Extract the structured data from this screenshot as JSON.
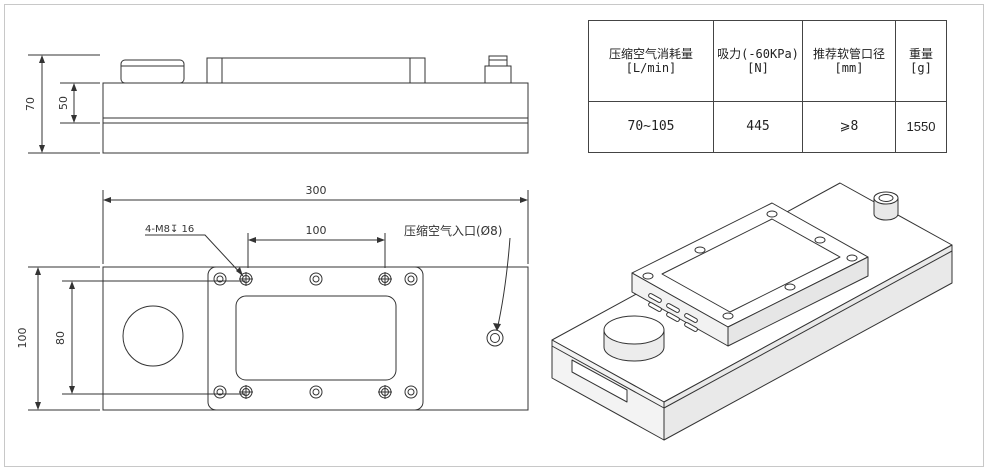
{
  "top_view": {
    "dim_total_height": "70",
    "dim_body_height": "50"
  },
  "front_view": {
    "dim_width": "300",
    "dim_hole_spacing": "100",
    "dim_height": "100",
    "dim_hole_height": "80",
    "hole_callout": "4-M8↧ 16",
    "air_inlet_label": "压缩空气入口(Ø8)"
  },
  "spec_table": {
    "headers": [
      {
        "label": "压缩空气消耗量",
        "unit": "[L/min]"
      },
      {
        "label": "吸力(-60KPa)",
        "unit": "[N]"
      },
      {
        "label": "推荐软管口径",
        "unit": "[mm]"
      },
      {
        "label": "重量",
        "unit": "[g]"
      }
    ],
    "values": [
      "70~105",
      "445",
      "⩾8",
      "1550"
    ]
  }
}
